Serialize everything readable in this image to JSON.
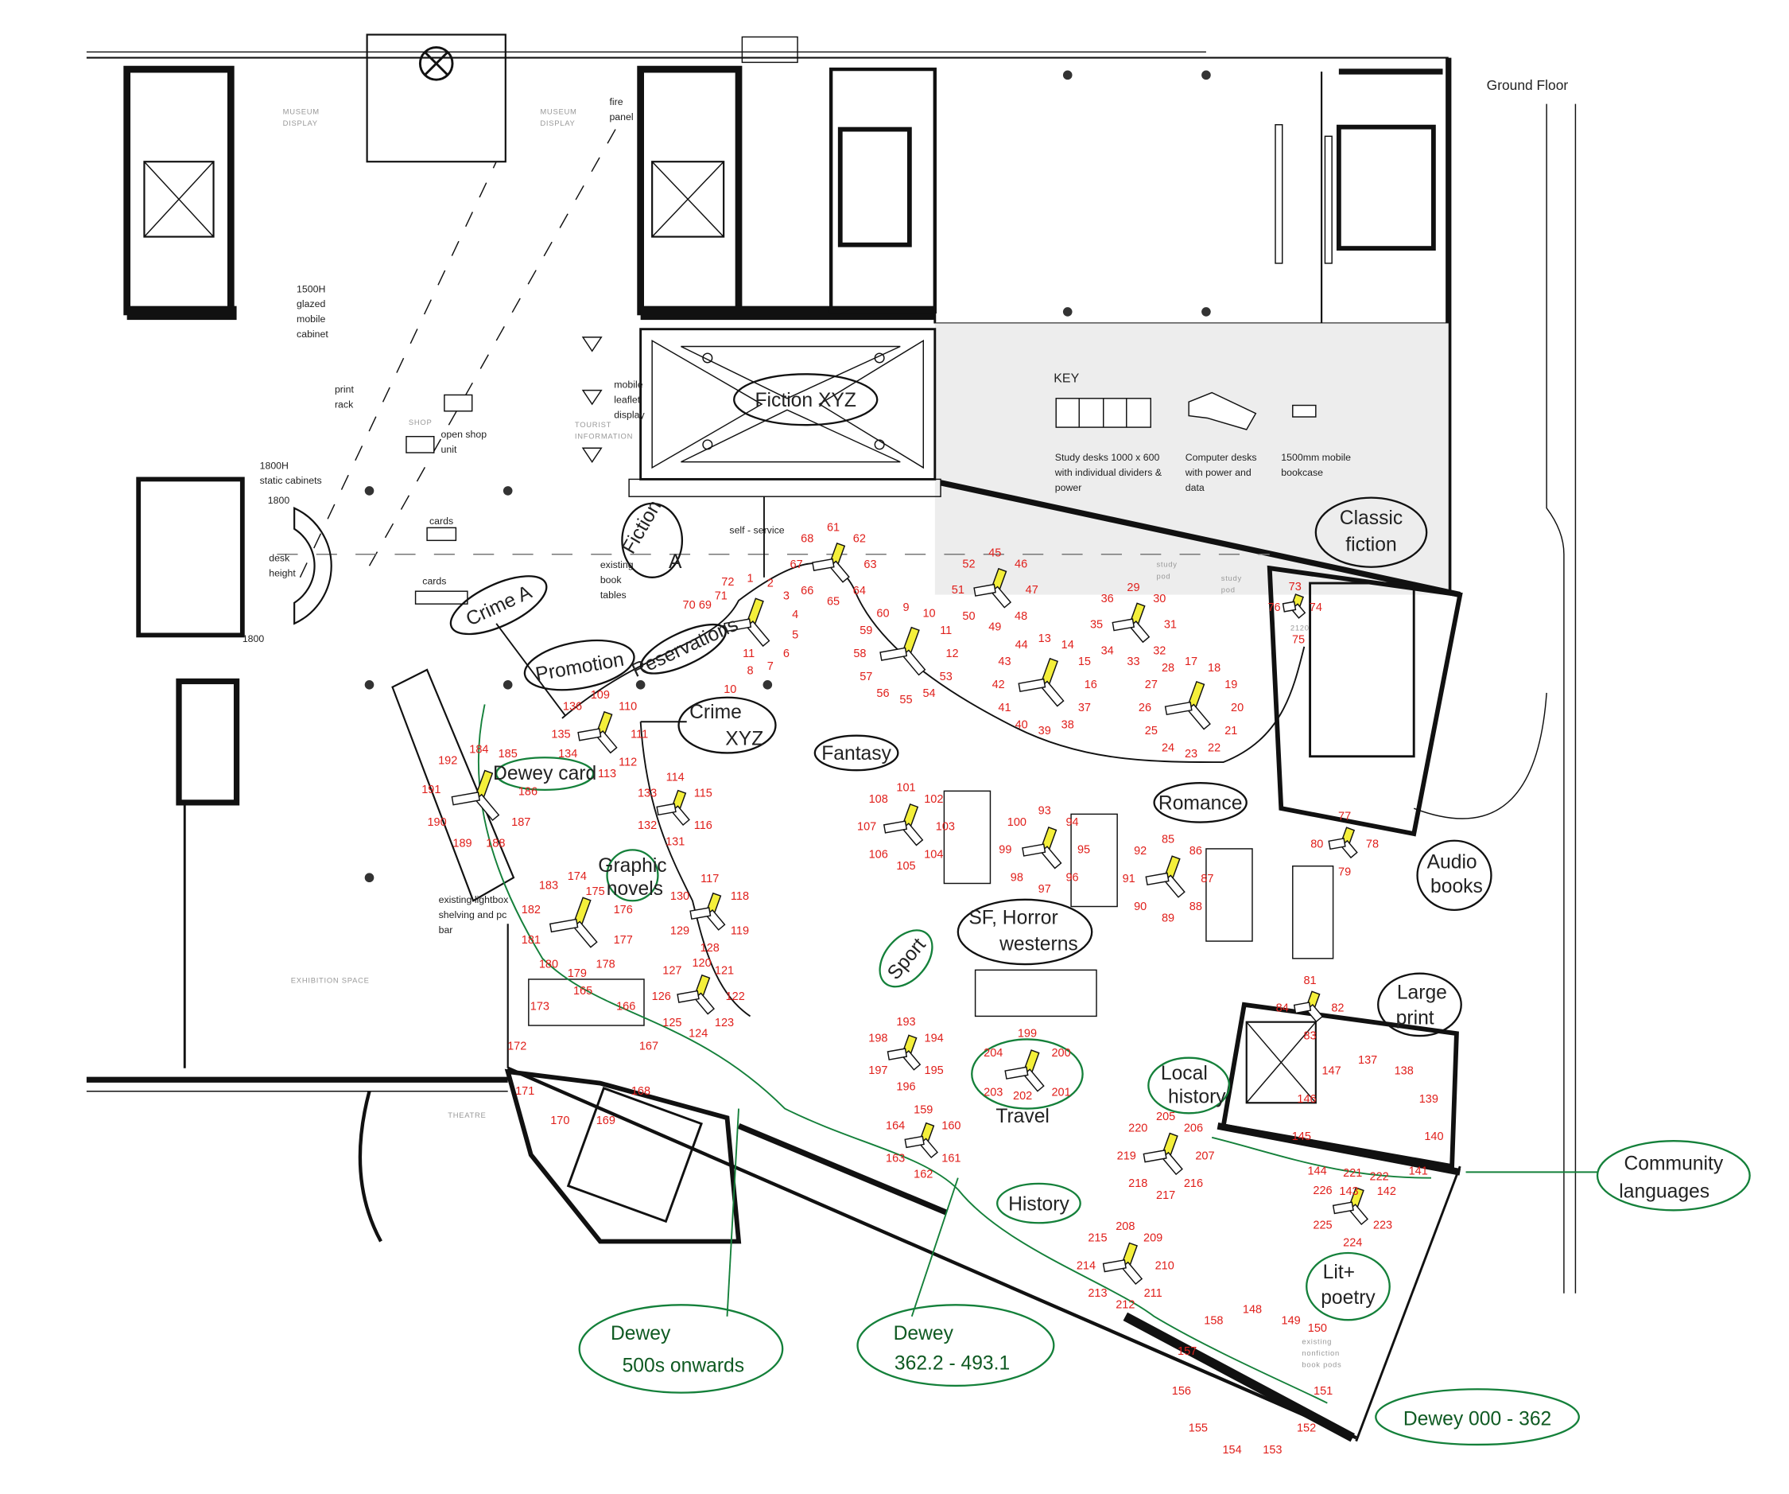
{
  "floor_title": "Ground Floor",
  "key": {
    "heading": "KEY",
    "study_desks": [
      "Study desks 1000 x 600",
      "with individual dividers &",
      "power"
    ],
    "computer_desks": [
      "Computer desks",
      "with power and",
      "data"
    ],
    "bookcase": [
      "1500mm mobile",
      "bookcase"
    ]
  },
  "plan_labels": {
    "glazed_cabinet": [
      "1500H",
      "glazed",
      "mobile",
      "cabinet"
    ],
    "print_rack": [
      "print",
      "rack"
    ],
    "static_cabinets": [
      "1800H",
      "static cabinets"
    ],
    "h1800_top": "1800",
    "h1800_bottom": "1800",
    "desk_height": [
      "desk",
      "height"
    ],
    "cards_1": "cards",
    "cards_2": "cards",
    "open_shop_unit": [
      "open shop",
      "unit"
    ],
    "shop": "SHOP",
    "tourist_info": [
      "TOURIST",
      "INFORMATION"
    ],
    "mobile_leaflet": [
      "mobile",
      "leaflet",
      "display"
    ],
    "existing_book_tables": [
      "existing",
      "book",
      "tables"
    ],
    "self_service": "self - service",
    "fire_panel": [
      "fire",
      "panel"
    ],
    "museum_display_1": [
      "MUSEUM",
      "DISPLAY"
    ],
    "museum_display_2": [
      "MUSEUM",
      "DISPLAY"
    ],
    "lightbox": [
      "existing lightbox",
      "shelving and pc",
      "bar"
    ],
    "exhibition_space": "EXHIBITION SPACE",
    "theatre": "THEATRE",
    "study_pod_1": [
      "study",
      "pod"
    ],
    "study_pod_2": [
      "study",
      "pod"
    ],
    "nonfiction_pods": [
      "existing",
      "nonfiction",
      "book pods"
    ],
    "dim_2120": "2120"
  },
  "zones": {
    "fiction_xyz": "Fiction XYZ",
    "classic_fiction": [
      "Classic",
      "fiction"
    ],
    "fiction_a": [
      "Fiction",
      "A"
    ],
    "crime_a": "Crime A",
    "promotion": "Promotion",
    "reservations": "Reservations",
    "crime_xyz": [
      "Crime",
      "XYZ"
    ],
    "fantasy": "Fantasy",
    "romance": "Romance",
    "sf_horror_westerns": [
      "SF, Horror",
      "westerns"
    ],
    "dewey_card": "Dewey card",
    "graphic_novels": [
      "Graphic",
      "novels"
    ],
    "sport": "Sport",
    "travel": "Travel",
    "history": "History",
    "local_history": [
      "Local",
      "history"
    ],
    "audio_books": [
      "Audio",
      "books"
    ],
    "large_print": [
      "Large",
      "print"
    ],
    "community_languages": [
      "Community",
      "languages"
    ],
    "lit_poetry": [
      "Lit+",
      "poetry"
    ],
    "dewey_500s": [
      "Dewey",
      "500s onwards"
    ],
    "dewey_362_493": [
      "Dewey",
      "362.2 - 493.1"
    ],
    "dewey_000_362": "Dewey 000 - 362"
  },
  "shelf_groups": [
    {
      "zone": "fiction-a-bay",
      "numbers": [
        1,
        2,
        3,
        4,
        5,
        6,
        7,
        8,
        10,
        11,
        69,
        70,
        71,
        72
      ]
    },
    {
      "zone": "fiction-bay-2",
      "numbers": [
        61,
        62,
        63,
        64,
        65,
        66,
        67,
        68
      ]
    },
    {
      "zone": "fiction-bay-3",
      "numbers": [
        9,
        10,
        11,
        12,
        53,
        54,
        55,
        56,
        57,
        58,
        59,
        60
      ]
    },
    {
      "zone": "fiction-bay-4",
      "numbers": [
        45,
        46,
        47,
        48,
        49,
        50,
        51,
        52
      ]
    },
    {
      "zone": "fiction-bay-5",
      "numbers": [
        13,
        14,
        15,
        16,
        37,
        38,
        39,
        40,
        41,
        42,
        43,
        44
      ]
    },
    {
      "zone": "fiction-bay-6",
      "numbers": [
        29,
        30,
        31,
        32,
        33,
        34,
        35,
        36
      ]
    },
    {
      "zone": "fiction-bay-7",
      "numbers": [
        17,
        18,
        19,
        20,
        21,
        22,
        23,
        24,
        25,
        26,
        27,
        28
      ]
    },
    {
      "zone": "classic-fiction",
      "numbers": [
        73,
        74,
        75,
        76
      ]
    },
    {
      "zone": "audio-books",
      "numbers": [
        77,
        78,
        79,
        80
      ]
    },
    {
      "zone": "large-print",
      "numbers": [
        81,
        82,
        83,
        84
      ]
    },
    {
      "zone": "promotion",
      "numbers": [
        109,
        110,
        111,
        112,
        113,
        134,
        135,
        136
      ]
    },
    {
      "zone": "crime-bay-1",
      "numbers": [
        114,
        115,
        116,
        131,
        132,
        133
      ]
    },
    {
      "zone": "crime-bay-2",
      "numbers": [
        117,
        118,
        119,
        128,
        129,
        130
      ]
    },
    {
      "zone": "crime-bay-3",
      "numbers": [
        120,
        121,
        122,
        123,
        124,
        125,
        126,
        127
      ]
    },
    {
      "zone": "fantasy",
      "numbers": [
        101,
        102,
        103,
        104,
        105,
        106,
        107,
        108
      ]
    },
    {
      "zone": "sf-horror",
      "numbers": [
        93,
        94,
        95,
        96,
        97,
        98,
        99,
        100
      ]
    },
    {
      "zone": "romance",
      "numbers": [
        85,
        86,
        87,
        88,
        89,
        90,
        91,
        92
      ]
    },
    {
      "zone": "dewey-card",
      "numbers": [
        184,
        185,
        186,
        187,
        188,
        189,
        190,
        191,
        192
      ]
    },
    {
      "zone": "graphic",
      "numbers": [
        174,
        175,
        176,
        177,
        178,
        179,
        180,
        181,
        182,
        183
      ]
    },
    {
      "zone": "dewey-500s",
      "numbers": [
        165,
        166,
        167,
        168,
        169,
        170,
        171,
        172,
        173
      ]
    },
    {
      "zone": "sport",
      "numbers": [
        193,
        194,
        195,
        196,
        197,
        198
      ]
    },
    {
      "zone": "dewey-362",
      "numbers": [
        159,
        160,
        161,
        162,
        163,
        164
      ]
    },
    {
      "zone": "travel",
      "numbers": [
        199,
        200,
        201,
        202,
        203,
        204
      ]
    },
    {
      "zone": "local-history",
      "numbers": [
        205,
        206,
        207,
        216,
        217,
        218,
        219,
        220
      ]
    },
    {
      "zone": "history",
      "numbers": [
        208,
        209,
        210,
        211,
        212,
        213,
        214,
        215
      ]
    },
    {
      "zone": "community-languages",
      "numbers": [
        137,
        138,
        139,
        140,
        141,
        142,
        143,
        144,
        145,
        146,
        147
      ]
    },
    {
      "zone": "dewey-000",
      "numbers": [
        148,
        149,
        150,
        151,
        152,
        153,
        154,
        155,
        156,
        157,
        158
      ]
    },
    {
      "zone": "lit-poetry",
      "numbers": [
        221,
        222,
        223,
        224,
        225,
        226
      ]
    }
  ],
  "colors": {
    "red_numbers": "#e0201c",
    "green_ink": "#14803a",
    "highlight": "#f4ef3a"
  }
}
